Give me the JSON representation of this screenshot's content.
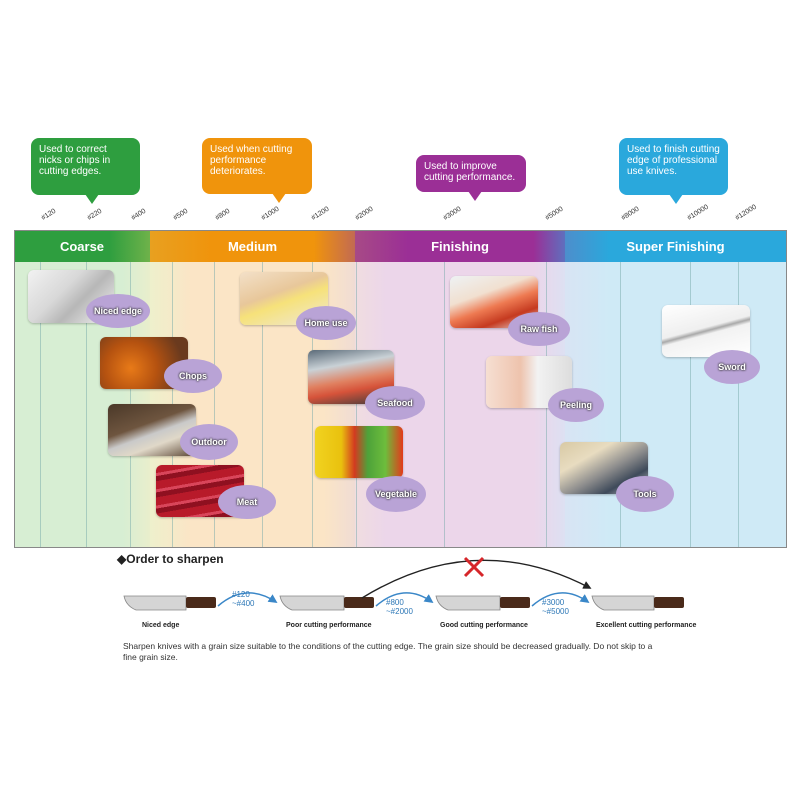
{
  "bubbles": {
    "coarse": "Used to correct nicks or chips in cutting edges.",
    "medium": "Used when cutting performance deteriorates.",
    "finishing": "Used to improve cutting performance.",
    "super": "Used to finish cutting edge of professional use knives."
  },
  "ticks": [
    "#120",
    "#220",
    "#400",
    "#500",
    "#800",
    "#1000",
    "#1200",
    "#2000",
    "#3000",
    "#5000",
    "#8000",
    "#10000",
    "#12000"
  ],
  "headers": {
    "coarse": "Coarse",
    "medium": "Medium",
    "finishing": "Finishing",
    "super": "Super Finishing"
  },
  "colors": {
    "coarse": "#2e9e3f",
    "medium": "#f0940c",
    "finishing": "#9b2f96",
    "super": "#2aa8dc",
    "coarse_bg": "#d7eed3",
    "medium_bg": "#fbe5c6",
    "finishing_bg": "#ecd6ea",
    "super_bg": "#cfeaf6"
  },
  "uses": {
    "niced_edge": "Niced edge",
    "chops": "Chops",
    "outdoor": "Outdoor",
    "meat": "Meat",
    "home_use": "Home use",
    "seafood": "Seafood",
    "vegetable": "Vegetable",
    "raw_fish": "Raw fish",
    "peeling": "Peeling",
    "sword": "Sword",
    "tools": "Tools"
  },
  "order": {
    "title": "◆Order to sharpen",
    "knives": [
      "Niced edge",
      "Poor cutting performance",
      "Good cutting performance",
      "Excellent cutting performance"
    ],
    "grits": [
      {
        "line1": "#120",
        "line2": "~#400"
      },
      {
        "line1": "#800",
        "line2": "~#2000"
      },
      {
        "line1": "#3000",
        "line2": "~#5000"
      }
    ],
    "note": "Sharpen knives with a grain size suitable to the conditions of the cutting edge. The grain size should be decreased gradually. Do not skip to a fine grain size."
  }
}
